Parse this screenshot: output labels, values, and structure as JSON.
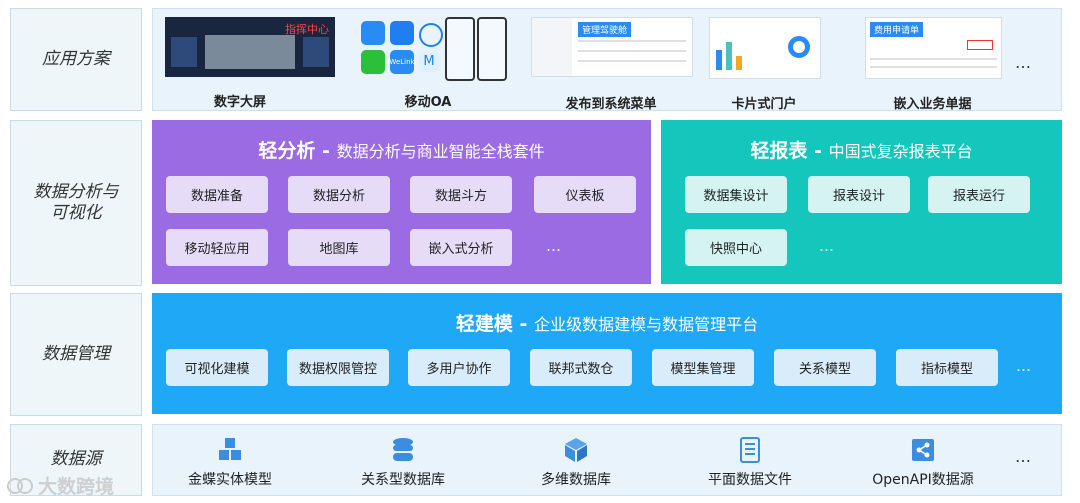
{
  "rows": {
    "apps": {
      "label": "应用方案",
      "items": [
        {
          "caption": "数字大屏",
          "screen_text": "指挥中心"
        },
        {
          "caption": "移动OA",
          "icon_text": "WeLink"
        },
        {
          "caption": "发布到系统菜单",
          "screen_text": "管理驾驶舱"
        },
        {
          "caption": "卡片式门户"
        },
        {
          "caption": "嵌入业务单据",
          "screen_text": "费用申请单"
        }
      ],
      "more": "…"
    },
    "analysis": {
      "label": "数据分析与可视化"
    },
    "management": {
      "label": "数据管理"
    },
    "sources": {
      "label": "数据源"
    }
  },
  "light_analysis": {
    "name": "轻分析",
    "sep": " - ",
    "desc": "数据分析与商业智能全栈套件",
    "chips": [
      "数据准备",
      "数据分析",
      "数据斗方",
      "仪表板",
      "移动轻应用",
      "地图库",
      "嵌入式分析"
    ],
    "more": "…"
  },
  "light_report": {
    "name": "轻报表",
    "sep": " - ",
    "desc": "中国式复杂报表平台",
    "chips": [
      "数据集设计",
      "报表设计",
      "报表运行",
      "快照中心"
    ],
    "more": "…"
  },
  "light_model": {
    "name": "轻建模",
    "sep": " - ",
    "desc": "企业级数据建模与数据管理平台",
    "chips": [
      "可视化建模",
      "数据权限管控",
      "多用户协作",
      "联邦式数仓",
      "模型集管理",
      "关系模型",
      "指标模型"
    ],
    "more": "…"
  },
  "sources": {
    "items": [
      {
        "caption": "金蝶实体模型",
        "icon": "cubes-icon"
      },
      {
        "caption": "关系型数据库",
        "icon": "database-icon"
      },
      {
        "caption": "多维数据库",
        "icon": "cube-icon"
      },
      {
        "caption": "平面数据文件",
        "icon": "file-list-icon"
      },
      {
        "caption": "OpenAPI数据源",
        "icon": "share-icon"
      }
    ],
    "more": "…"
  },
  "watermark": "大数跨境",
  "colors": {
    "purple": "#9b6be3",
    "teal": "#15c6bd",
    "blue": "#1fa8f5",
    "row_bg": "#e8f3fb"
  }
}
